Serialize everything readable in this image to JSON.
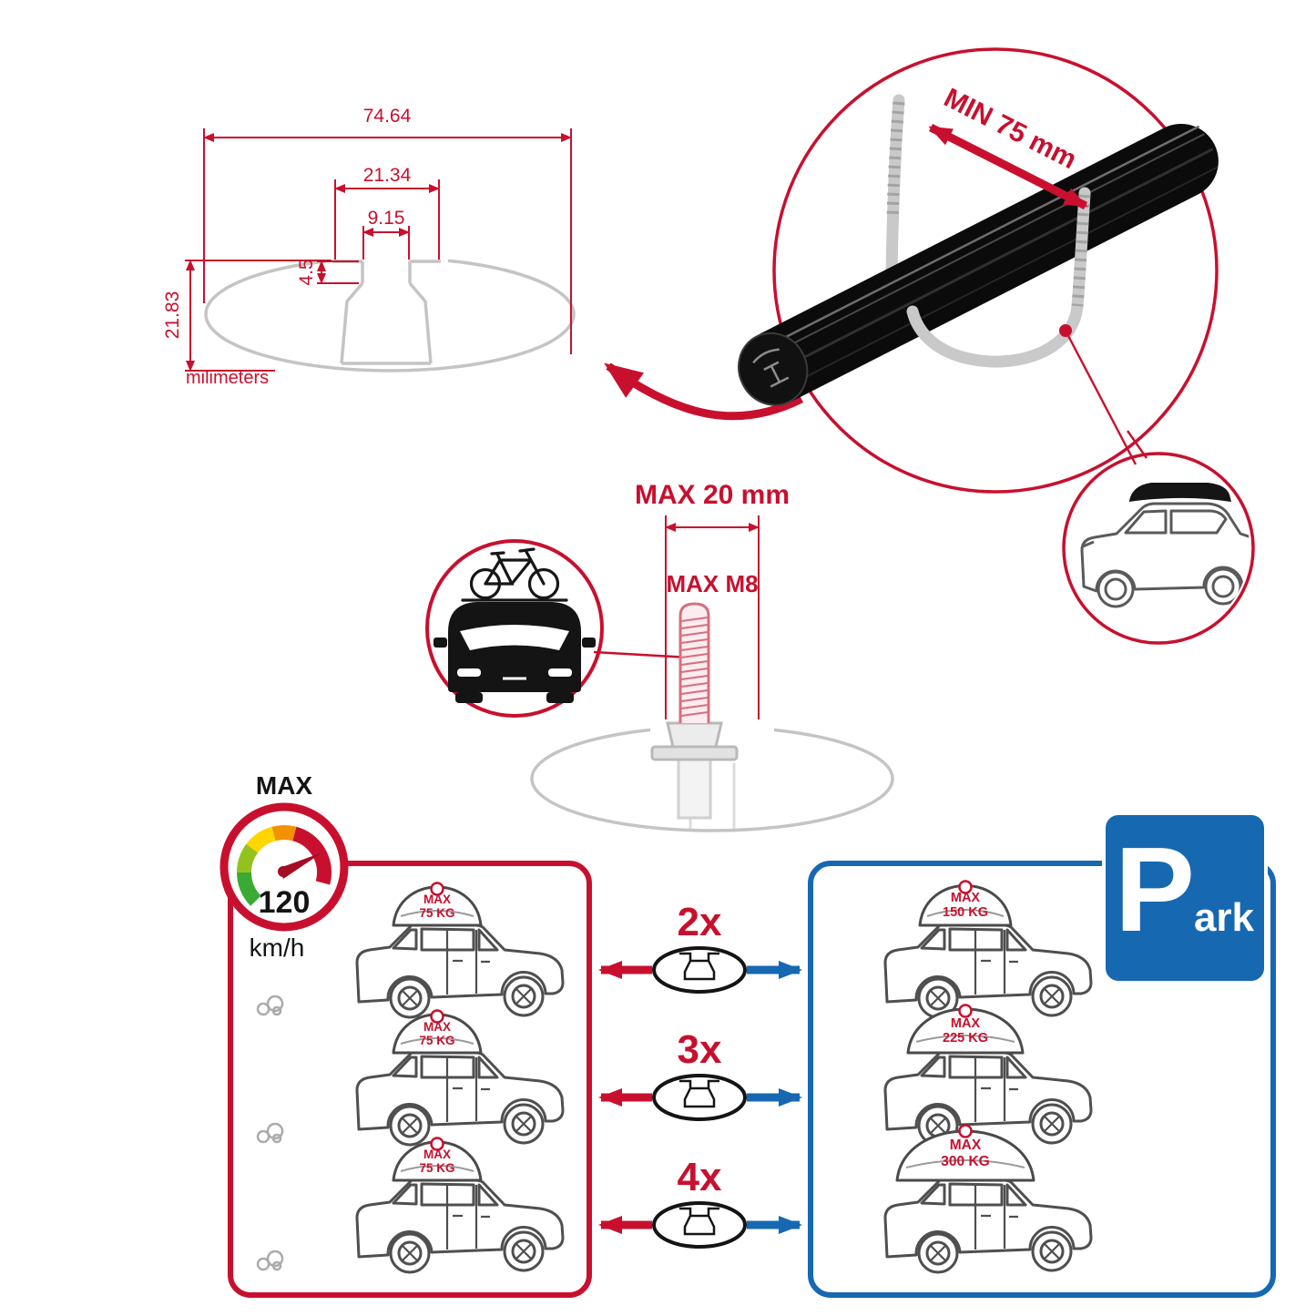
{
  "colors": {
    "red": "#c8102e",
    "blue": "#1668b1",
    "gray": "#c4c4c4"
  },
  "cross_section": {
    "dim_total_width": "74.64",
    "dim_inner_width": "21.34",
    "dim_slot_width": "9.15",
    "dim_step_depth": "4.5",
    "dim_height": "21.83",
    "unit_label": "milimeters"
  },
  "bar_detail": {
    "min_span_label": "MIN 75 mm"
  },
  "bolt_detail": {
    "max_width_label": "MAX 20 mm",
    "max_thread_label": "MAX M8"
  },
  "speed_limit": {
    "title": "MAX",
    "value": "120",
    "unit": "km/h"
  },
  "crossbar_options": {
    "multipliers": [
      "2x",
      "3x",
      "4x"
    ]
  },
  "red_panel": {
    "cars": [
      {
        "badge": "MAX",
        "weight": "75 KG"
      },
      {
        "badge": "MAX",
        "weight": "75 KG"
      },
      {
        "badge": "MAX",
        "weight": "75 KG"
      }
    ]
  },
  "blue_panel": {
    "cars": [
      {
        "badge": "MAX",
        "weight": "150 KG"
      },
      {
        "badge": "MAX",
        "weight": "225 KG"
      },
      {
        "badge": "MAX",
        "weight": "300 KG"
      }
    ]
  },
  "parking_sign": {
    "letter": "P",
    "suffix": "ark"
  }
}
